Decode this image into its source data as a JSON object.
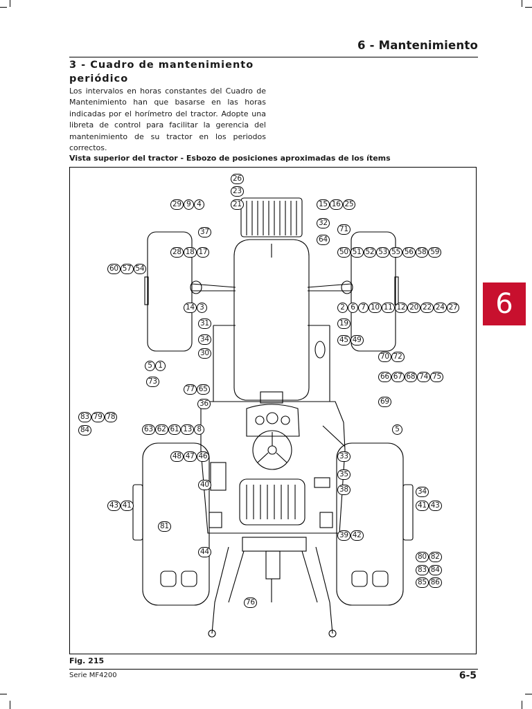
{
  "header": {
    "title": "6 - Mantenimiento"
  },
  "section": {
    "title": "3 - Cuadro de mantenimiento periódico",
    "body": "Los intervalos en horas constantes del Cuadro de Mantenimiento han que basarse en las horas indicadas por el horímetro del tractor. Adopte una libreta de control para facilitar la gerencia del mantenimiento de su tractor en los periodos correctos.",
    "caption": "Vista superior del tractor - Esbozo de posiciones aproximadas de los ítems"
  },
  "figure": {
    "label": "Fig. 215",
    "callouts": [
      [
        "26"
      ],
      [
        "23"
      ],
      [
        "21"
      ],
      [
        "29",
        "9",
        "4"
      ],
      [
        "15",
        "16",
        "25"
      ],
      [
        "37"
      ],
      [
        "32"
      ],
      [
        "71"
      ],
      [
        "64"
      ],
      [
        "28",
        "18",
        "17"
      ],
      [
        "50",
        "51",
        "52",
        "53",
        "55",
        "56",
        "58",
        "59"
      ],
      [
        "60",
        "57",
        "54"
      ],
      [
        "14",
        "3"
      ],
      [
        "2",
        "6",
        "7",
        "10",
        "11",
        "12",
        "20",
        "22",
        "24",
        "27"
      ],
      [
        "31"
      ],
      [
        "19"
      ],
      [
        "34"
      ],
      [
        "45",
        "49"
      ],
      [
        "30"
      ],
      [
        "70",
        "72"
      ],
      [
        "5",
        "1"
      ],
      [
        "66",
        "67",
        "68",
        "74",
        "75"
      ],
      [
        "73"
      ],
      [
        "77",
        "65"
      ],
      [
        "36"
      ],
      [
        "69"
      ],
      [
        "83",
        "79",
        "78"
      ],
      [
        "84"
      ],
      [
        "63",
        "62",
        "61",
        "13",
        "8"
      ],
      [
        "5"
      ],
      [
        "48",
        "47",
        "46"
      ],
      [
        "33"
      ],
      [
        "35"
      ],
      [
        "40"
      ],
      [
        "38"
      ],
      [
        "34"
      ],
      [
        "41",
        "43"
      ],
      [
        "43",
        "41"
      ],
      [
        "81"
      ],
      [
        "39",
        "42"
      ],
      [
        "44"
      ],
      [
        "80",
        "82"
      ],
      [
        "83",
        "84"
      ],
      [
        "85",
        "86"
      ],
      [
        "76"
      ]
    ]
  },
  "footer": {
    "series": "Serie MF4200",
    "page": "6-5"
  },
  "tab": {
    "label": "6"
  },
  "colors": {
    "tab": "#c8102e",
    "ink": "#000000"
  }
}
